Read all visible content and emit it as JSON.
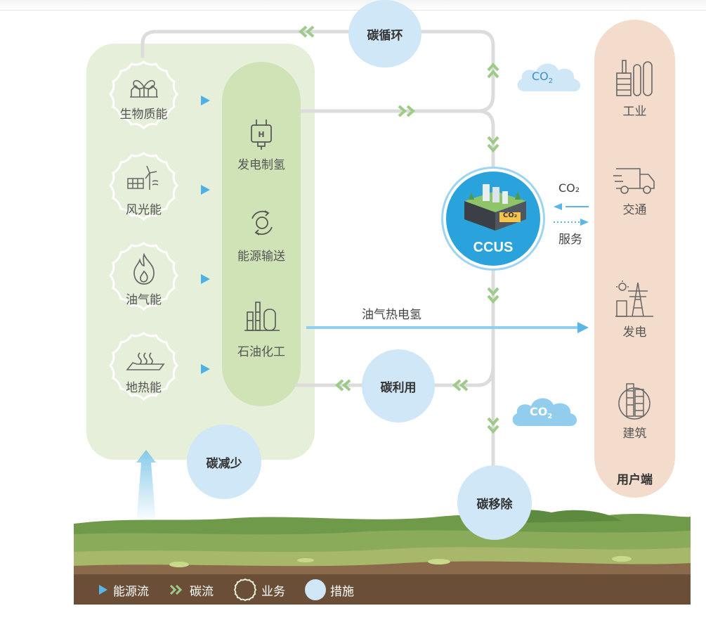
{
  "sources": [
    {
      "label": "生物质能",
      "icon": "biomass-icon"
    },
    {
      "label": "风光能",
      "icon": "wind-solar-icon"
    },
    {
      "label": "油气能",
      "icon": "flame-icon"
    },
    {
      "label": "地热能",
      "icon": "geothermal-icon"
    }
  ],
  "middle": [
    {
      "label": "发电制氢",
      "icon": "hydrogen-plug-icon"
    },
    {
      "label": "能源输送",
      "icon": "recycle-icon"
    },
    {
      "label": "石油化工",
      "icon": "refinery-icon"
    }
  ],
  "users": {
    "title": "用户端",
    "items": [
      {
        "label": "工业",
        "icon": "factory-icon"
      },
      {
        "label": "交通",
        "icon": "truck-icon"
      },
      {
        "label": "发电",
        "icon": "power-tower-icon"
      },
      {
        "label": "建筑",
        "icon": "building-icon"
      }
    ]
  },
  "measures": {
    "cycle": "碳循环",
    "use": "碳利用",
    "reduce": "碳减少",
    "remove": "碳移除"
  },
  "ccus": {
    "label": "CCUS",
    "tag": "CO₂"
  },
  "co2": {
    "main": "CO",
    "sub": "2"
  },
  "flows": {
    "oil_gas": "油气热电氢",
    "co2_label": "CO₂",
    "service": "服务"
  },
  "legend": {
    "energy_flow": "能源流",
    "carbon_flow": "碳流",
    "business": "业务",
    "measure": "措施"
  },
  "colors": {
    "source_panel": "#e6efd9",
    "middle_pill": "#cfe3b6",
    "user_panel": "#f4dccc",
    "measure_circle": "#cfe7f6",
    "ccus": "#2aa3dc",
    "energy_arrow": "#5ab6e6",
    "carbon_arrow": "#9fcb8a"
  }
}
